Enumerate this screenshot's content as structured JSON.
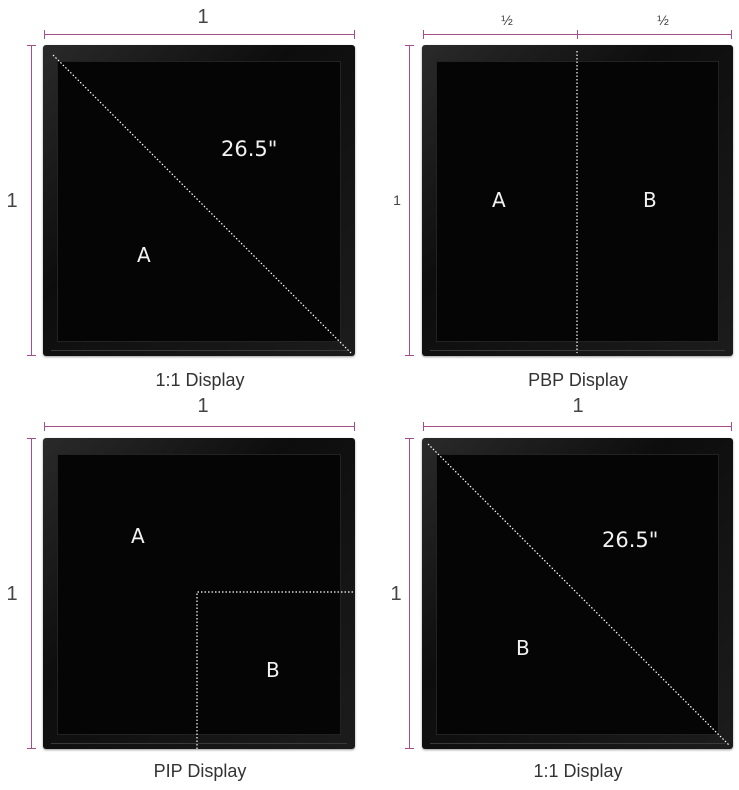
{
  "panels": [
    {
      "caption": "1:1 Display",
      "width_label": "1",
      "height_label": "1",
      "letter_a": "A",
      "size_label": "26.5\""
    },
    {
      "caption": "PBP Display",
      "half_left_label": "½",
      "half_right_label": "½",
      "height_label": "1",
      "letter_a": "A",
      "letter_b": "B"
    },
    {
      "caption": "PIP Display",
      "width_label": "1",
      "height_label": "1",
      "letter_a": "A",
      "letter_b": "B"
    },
    {
      "caption": "1:1 Display",
      "width_label": "1",
      "height_label": "1",
      "letter_b": "B",
      "size_label": "26.5\""
    }
  ],
  "colors": {
    "dimension_line": "#a64d8c",
    "screen": "#050505",
    "text_on_screen": "#f2f2f2"
  }
}
